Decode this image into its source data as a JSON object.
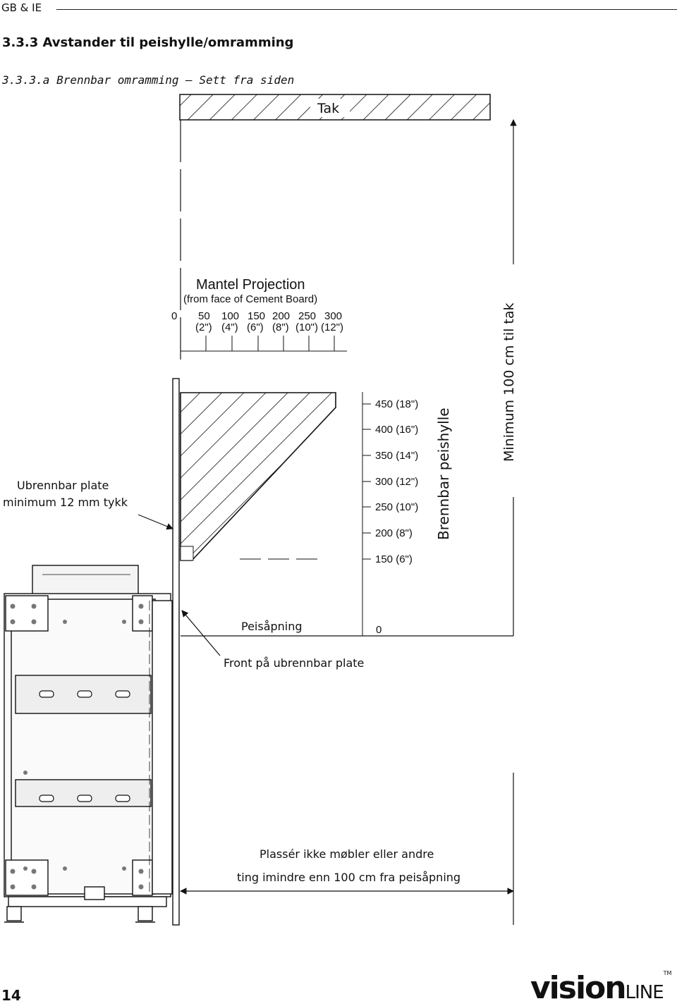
{
  "header": {
    "tab": "GB & IE"
  },
  "section_title": "3.3.3 Avstander til peishylle/omramming",
  "sub_title": "3.3.3.a Brennbar omramming – Sett fra siden",
  "diagram": {
    "ceiling_label": "Tak",
    "mantel_projection": {
      "title": "Mantel Projection",
      "subtitle": "(from face of Cement Board)",
      "zero": "0",
      "ticks_mm": [
        "50",
        "100",
        "150",
        "200",
        "250",
        "300"
      ],
      "ticks_in": [
        "(2\")",
        "(4\")",
        "(6\")",
        "(8\")",
        "(10\")",
        "(12\")"
      ]
    },
    "height_scale": [
      "450 (18\")",
      "400 (16\")",
      "350 (14\")",
      "300 (12\")",
      "250 (10\")",
      "200 (8\")",
      "150 (6\")"
    ],
    "height_zero": "0",
    "board_label_line1": "Ubrennbar plate",
    "board_label_line2": "minimum 12 mm tykk",
    "mantel_label": "Brennbar peishylle",
    "ceiling_min_label": "Minimum 100 cm til tak",
    "opening_label": "Peisåpning",
    "front_label": "Front på ubrennbar plate",
    "furniture_note_line1": "Plassér ikke møbler eller andre",
    "furniture_note_line2": "ting imindre enn 100 cm fra peisåpning"
  },
  "footer": {
    "page_number": "14",
    "logo_bold": "vision",
    "logo_light": "LINE",
    "logo_tm": "TM"
  }
}
